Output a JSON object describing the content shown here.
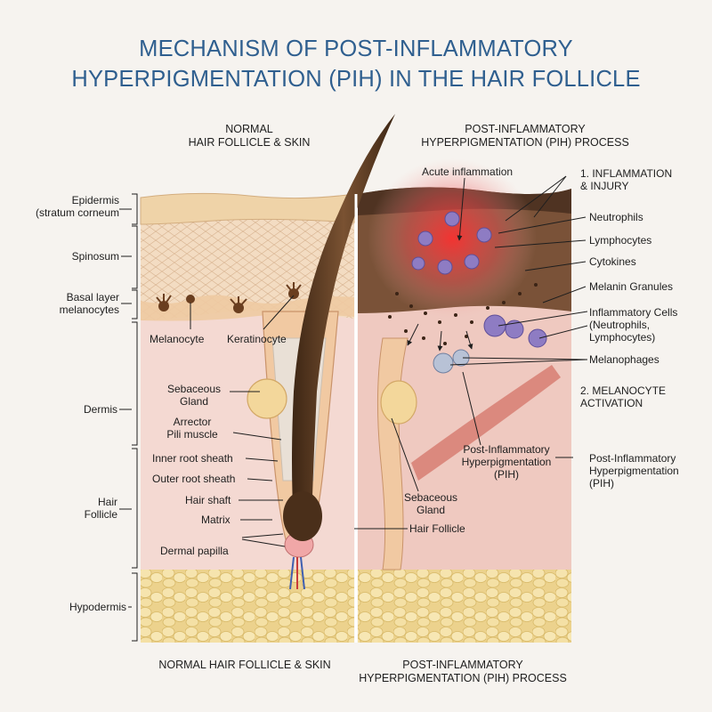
{
  "title": {
    "line1": "MECHANISM OF POST-INFLAMMATORY",
    "line2": "HYPERPIGMENTATION (PIH) IN THE HAIR FOLLICLE"
  },
  "panels": {
    "left_header": [
      "NORMAL",
      "HAIR FOLLICLE & SKIN"
    ],
    "right_header": [
      "POST-INFLAMMATORY",
      "HYPERPIGMENTATION (PIH) PROCESS"
    ],
    "left_footer": "NORMAL HAIR FOLLICLE & SKIN",
    "right_footer": [
      "POST-INFLAMMATORY",
      "HYPERPIGMENTATION (PIH) PROCESS"
    ]
  },
  "layers": {
    "epidermis": [
      "Epidermis",
      "(stratum corneum"
    ],
    "spinosum": "Spinosum",
    "basal": [
      "Basal layer",
      "melanocytes"
    ],
    "dermis": "Dermis",
    "hair_follicle": [
      "Hair",
      "Follicle"
    ],
    "hypodermis": "Hypodermis"
  },
  "normal_labels": {
    "melanocyte": "Melanocyte",
    "keratinocyte": "Keratinocyte",
    "sebaceous_gland": [
      "Sebaceous",
      "Gland"
    ],
    "arrector": [
      "Arrector",
      "Pili muscle"
    ],
    "inner_root_sheath": "Inner root sheath",
    "outer_root_sheath": "Outer root sheath",
    "hair_shaft": "Hair shaft",
    "matrix": "Matrix",
    "dermal_papilla": "Dermal papilla"
  },
  "pih_labels": {
    "acute_inflammation": "Acute inflammation",
    "step1": [
      "1. INFLAMMATION",
      "& INJURY"
    ],
    "neutrophils": "Neutrophils",
    "lymphocytes": "Lymphocytes",
    "cytokines": "Cytokines",
    "melanin_granules": "Melanin Granules",
    "inflammatory_cells": [
      "Inflammatory Cells",
      "(Neutrophils,",
      "Lymphocytes)"
    ],
    "melanophages": "Melanophages",
    "step2": [
      "2. MELANOCYTE",
      "ACTIVATION"
    ],
    "pih_center": [
      "Post-Inflammatory",
      "Hyperpigmentation",
      "(PIH)"
    ],
    "pih_right": [
      "Post-Inflammatory",
      "Hyperpigmentation",
      "(PIH)"
    ],
    "sebaceous_gland": [
      "Sebaceous",
      "Gland"
    ],
    "hair_follicle": "Hair Follicle"
  },
  "colors": {
    "title": "#2f5f8f",
    "skin_top": "#f1d7b8",
    "dermis": "#f4d9d2",
    "dermis_pih": "#efc9c0",
    "hair": "#5a3b22",
    "fat": "#f2dfa6",
    "inflammation": "#e8343a",
    "cell": "#8e7cc3",
    "melanin": "#3b2416"
  }
}
